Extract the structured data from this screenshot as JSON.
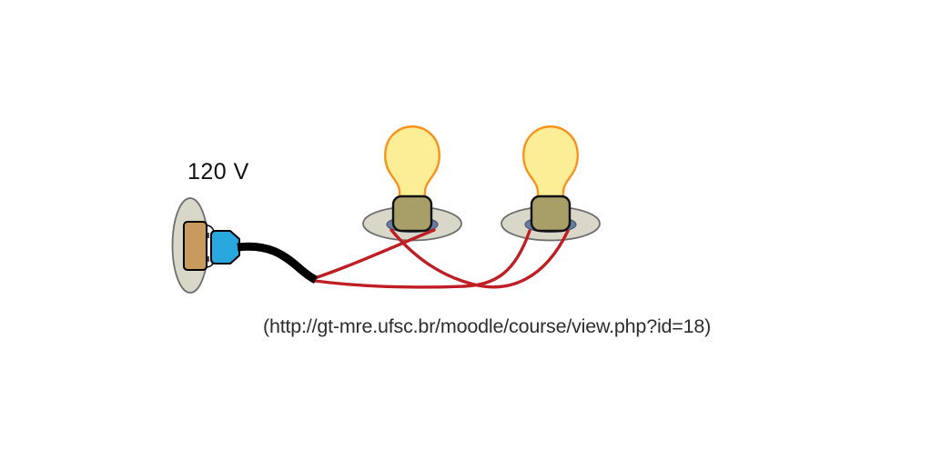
{
  "labels": {
    "voltage": "120 V",
    "caption": "(http://gt-mre.ufsc.br/moodle/course/view.php?id=18)"
  },
  "diagram": {
    "type": "circuit-illustration",
    "description_data": {
      "source_voltage": "120 V",
      "lamp_count": 2,
      "wiring": "series"
    },
    "components": [
      {
        "id": "wall-outlet",
        "label": "120 V"
      },
      {
        "id": "power-plug-with-cable"
      },
      {
        "id": "lamp-1"
      },
      {
        "id": "lamp-2"
      }
    ],
    "connections": [
      {
        "from": "cable-tip",
        "to": "lamp-1-right-terminal",
        "wire": "red"
      },
      {
        "from": "cable-tip",
        "to": "lamp-2-left-terminal",
        "wire": "red"
      },
      {
        "from": "lamp-1-left-terminal",
        "to": "lamp-2-right-terminal",
        "wire": "red"
      }
    ]
  },
  "colors": {
    "background": "#ffffff",
    "wire_red": "#bf1e24",
    "cable_black": "#000000",
    "plug_blue": "#29a8e0",
    "outlet_body_tan": "#c89a5e",
    "plate_gray": "#d8d7c8",
    "plate_border": "#6d6e70",
    "socket_khaki": "#a89e68",
    "terminal_blue_gray": "#667ca3",
    "bulb_yellow": "#fcee97",
    "bulb_outline_orange": "#f7931e"
  }
}
